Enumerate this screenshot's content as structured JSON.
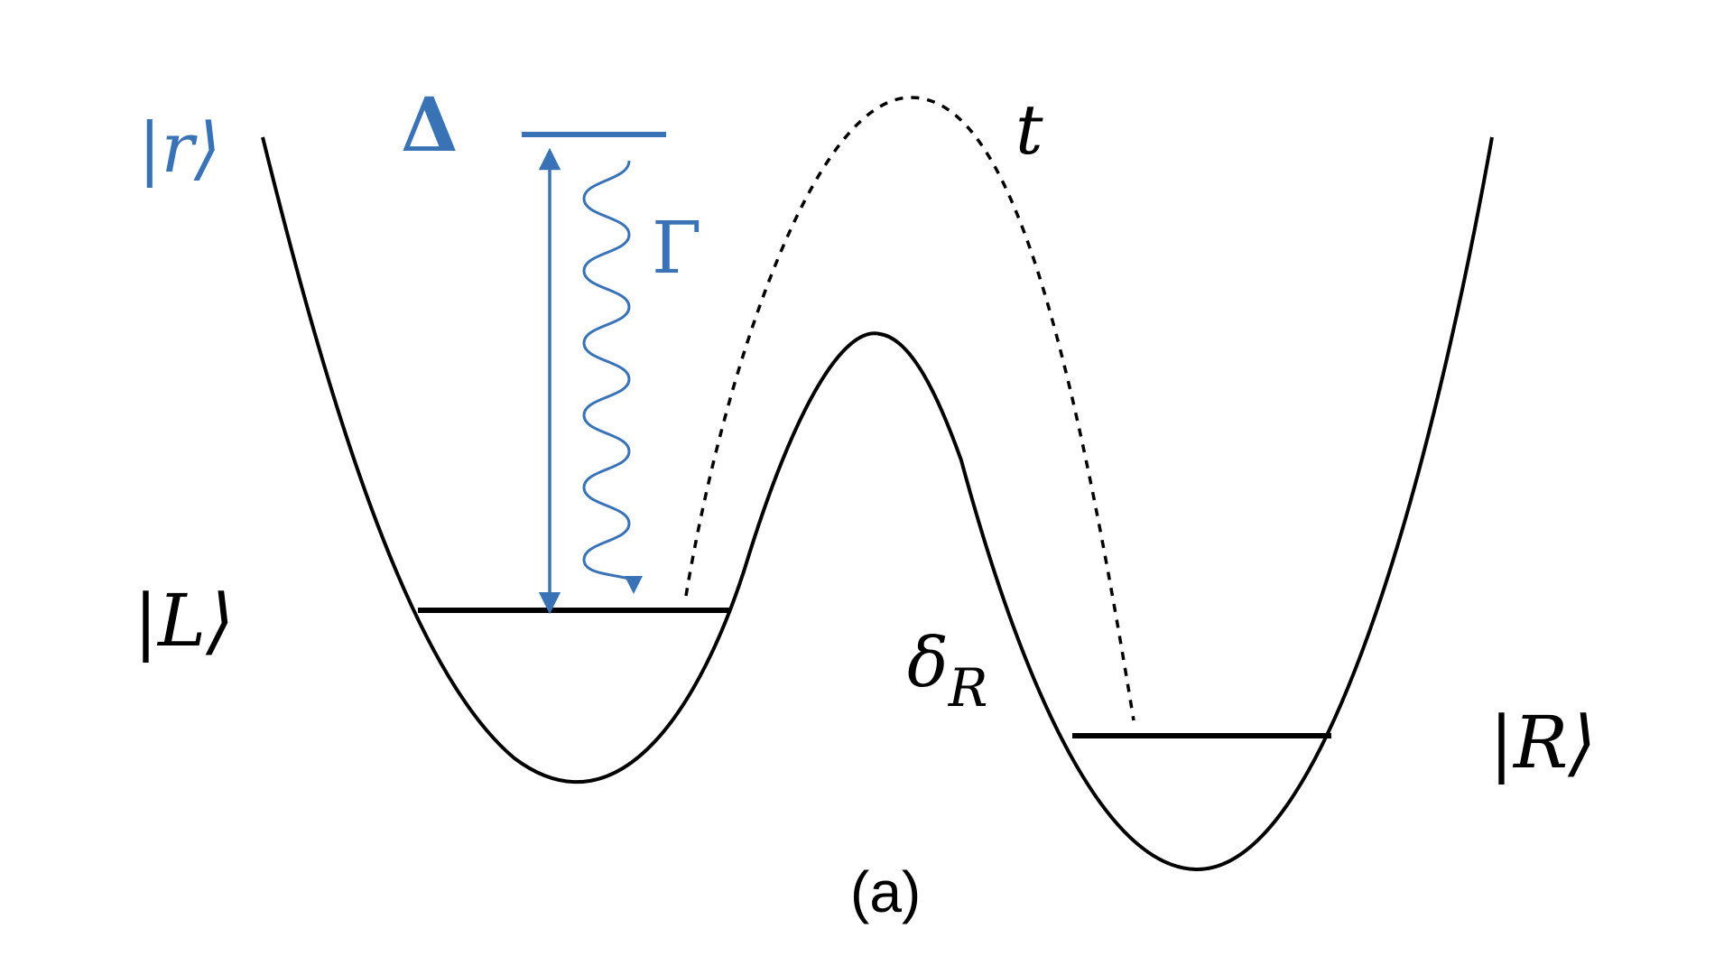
{
  "labels": {
    "state_r": "|r⟩",
    "state_L": "|L⟩",
    "state_R": "|R⟩",
    "detuning": "Δ",
    "decay": "Γ",
    "tunneling": "t",
    "offset_symbol": "δ",
    "offset_subscript": "R",
    "caption": "(a)"
  },
  "colors": {
    "accent": "#3a73b5",
    "ink": "#000000",
    "background": "#ffffff"
  }
}
